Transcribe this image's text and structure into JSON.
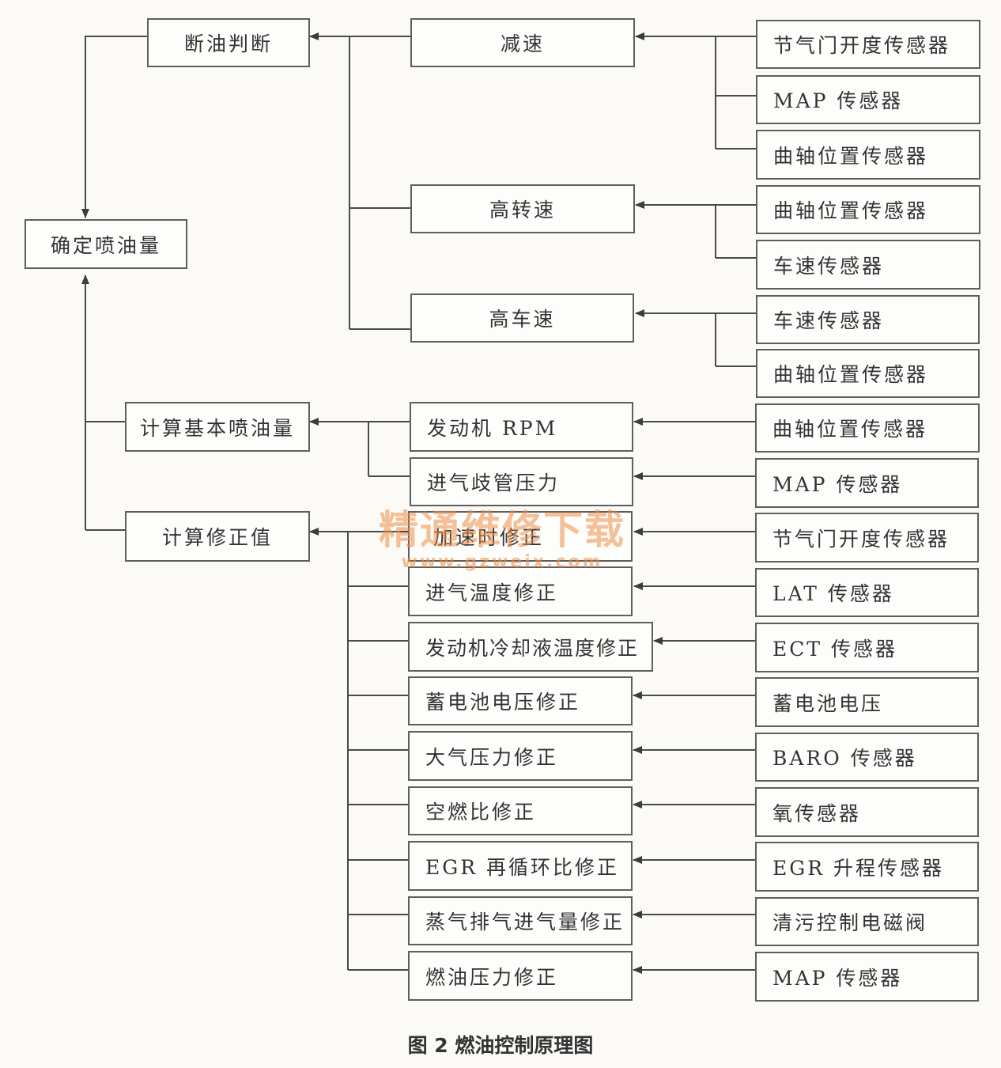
{
  "nodes": {
    "determine_injection": "确定喷油量",
    "fuel_cut_judgment": "断油判断",
    "calc_basic_injection": "计算基本喷油量",
    "calc_correction": "计算修正值",
    "decel": "减速",
    "high_rpm": "高转速",
    "high_speed": "高车速",
    "engine_rpm": "发动机 RPM",
    "intake_pressure": "进气歧管压力",
    "accel_corr": "加速时修正",
    "intake_temp_corr": "进气温度修正",
    "coolant_temp_corr": "发动机冷却液温度修正",
    "battery_corr": "蓄电池电压修正",
    "baro_corr": "大气压力修正",
    "afr_corr": "空燃比修正",
    "egr_corr": "EGR 再循环比修正",
    "vapor_corr": "蒸气排气进气量修正",
    "fuel_pressure_corr": "燃油压力修正"
  },
  "sensors": {
    "s1": "节气门开度传感器",
    "s2": "MAP 传感器",
    "s3": "曲轴位置传感器",
    "s4": "曲轴位置传感器",
    "s5": "车速传感器",
    "s6": "车速传感器",
    "s7": "曲轴位置传感器",
    "s8": "曲轴位置传感器",
    "s9": "MAP 传感器",
    "s10": "节气门开度传感器",
    "s11": "LAT 传感器",
    "s12": "ECT 传感器",
    "s13": "蓄电池电压",
    "s14": "BARO 传感器",
    "s15": "氧传感器",
    "s16": "EGR 升程传感器",
    "s17": "清污控制电磁阀",
    "s18": "MAP 传感器"
  },
  "watermark": {
    "title": "精通维修下载",
    "url": "www.gzweix.com"
  },
  "caption": "图 2   燃油控制原理图"
}
